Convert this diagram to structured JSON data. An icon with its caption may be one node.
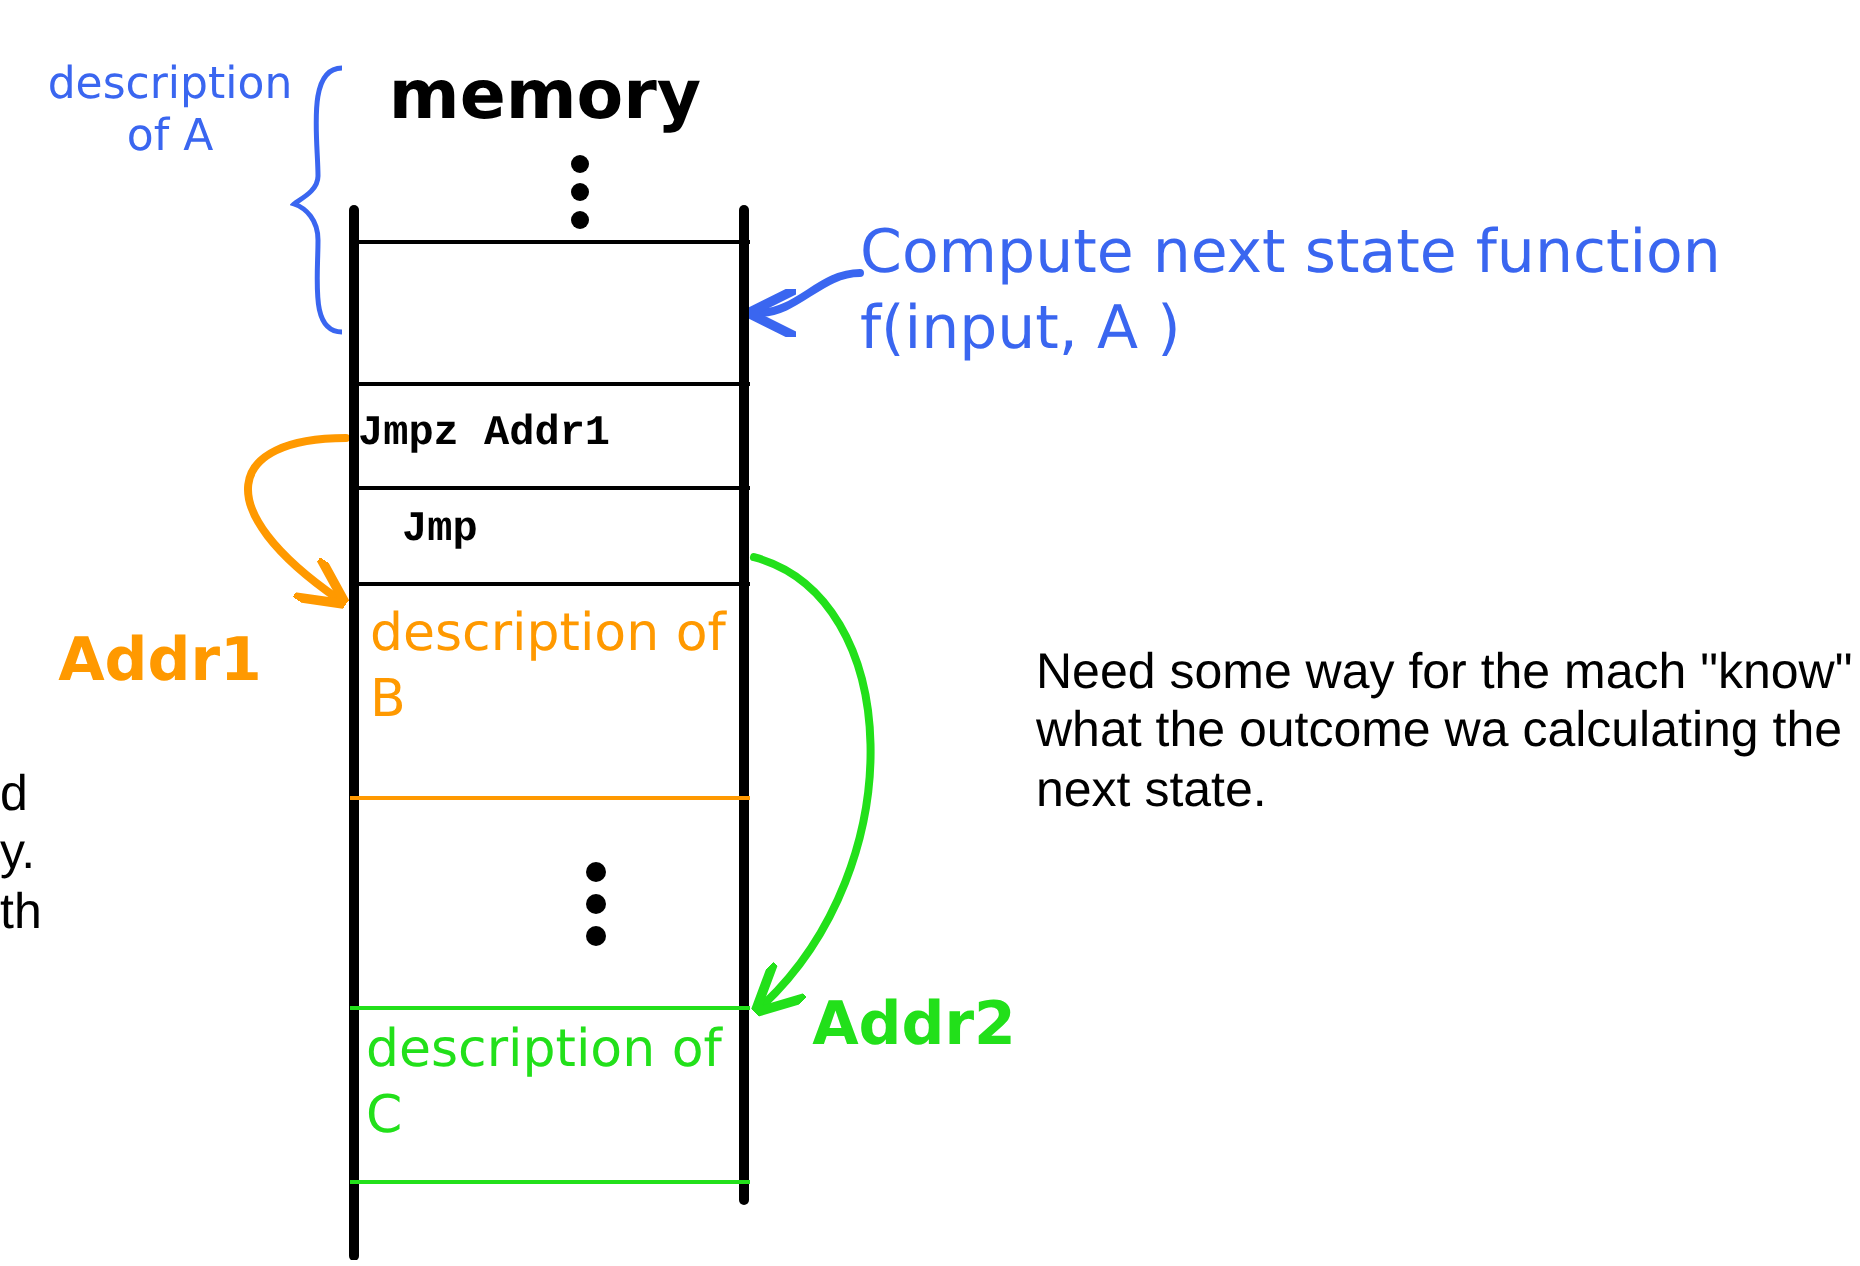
{
  "diagram": {
    "nodes": [
      {
        "text": [
          "memory"
        ]
      },
      {
        "text": [],
        "shape": "box",
        "in": 0,
        "beside": [
          "description of A"
        ]
      },
      {
        "text": [
          "Jmpz Addr1"
        ],
        "in": 0
      },
      {
        "text": [
          "Jmp"
        ],
        "in": 0
      },
      {
        "text": [
          "description of B"
        ],
        "in": 0,
        "beside": [
          "Addr1"
        ]
      },
      {
        "text": [],
        "shape": "box",
        "in": 0
      },
      {
        "text": [
          "description of C"
        ],
        "in": 0,
        "beside": [
          "Addr2"
        ]
      },
      {
        "text": [
          "Compute next state function f(input, A )"
        ]
      }
    ],
    "edges": [
      {
        "from": 7,
        "to": 1,
        "arrow": "to",
        "color": "#3a66f0"
      },
      {
        "from": 2,
        "to": 4,
        "arrow": "to",
        "color": "#ff9900"
      },
      {
        "from": 3,
        "to": 6,
        "arrow": "to",
        "color": "#22e01a"
      }
    ],
    "labels": [
      "Need some way for the mach \"know\" what the outcome wa calculating the next state.",
      "d y. th"
    ]
  }
}
